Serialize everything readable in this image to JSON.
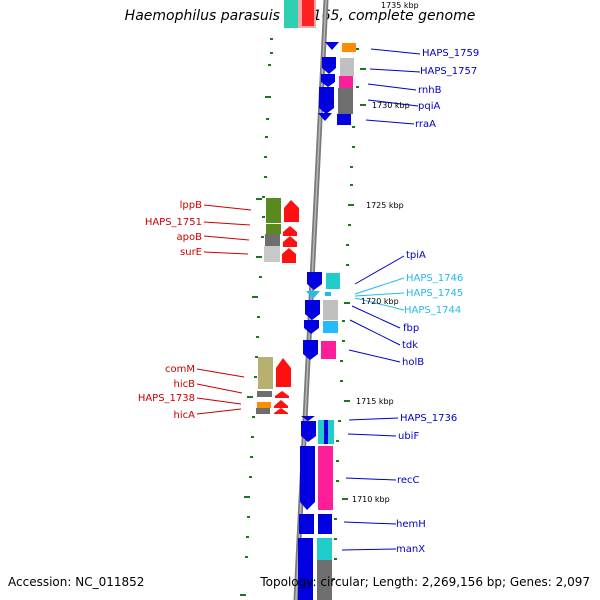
{
  "title": "Haemophilus parasuis SH0165, complete genome",
  "footer": {
    "accession": "Accession: NC_011852",
    "summary": "Topology: circular; Length: 2,269,156 bp; Genes: 2,097"
  },
  "scale_marks": [
    "1735 kbp",
    "1730 kbp",
    "1725 kbp",
    "1720 kbp",
    "1715 kbp",
    "1710 kbp"
  ],
  "colors": {
    "plus_strand_labels": "#0000cc",
    "minus_strand_labels": "#cc0000",
    "rna_labels": "#22bbee",
    "backbone": "#808080",
    "ticks": "#1a7a1a"
  },
  "genes_right": [
    "HAPS_1759",
    "HAPS_1757",
    "rnhB",
    "pqiA",
    "rraA",
    "tpiA",
    "HAPS_1746",
    "HAPS_1745",
    "HAPS_1744",
    "fbp",
    "tdk",
    "holB",
    "HAPS_1736",
    "ubiF",
    "recC",
    "hemH",
    "manX"
  ],
  "genes_left": [
    "lppB",
    "HAPS_1751",
    "apoB",
    "surE",
    "comM",
    "hicB",
    "HAPS_1738",
    "hicA"
  ]
}
